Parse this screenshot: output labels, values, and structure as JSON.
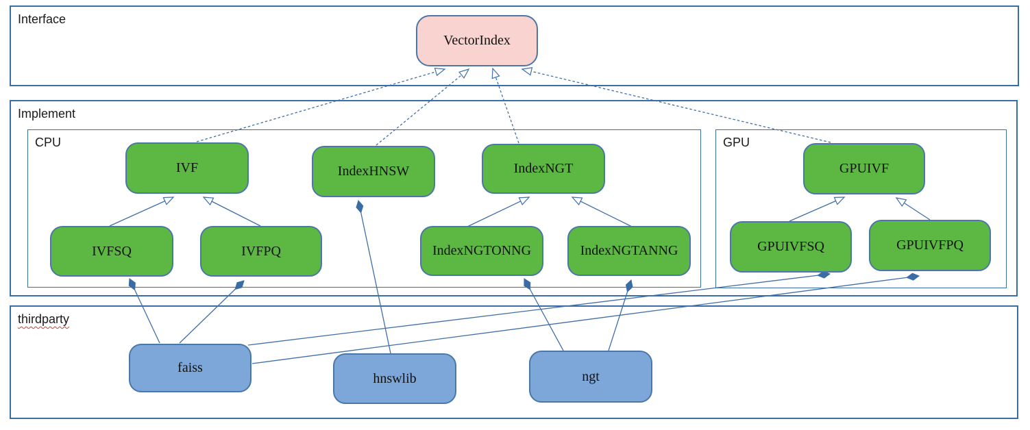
{
  "containers": {
    "interface": {
      "label": "Interface"
    },
    "implement": {
      "label": "Implement"
    },
    "cpu": {
      "label": "CPU"
    },
    "gpu": {
      "label": "GPU"
    },
    "thirdparty": {
      "label": "thirdparty"
    }
  },
  "nodes": {
    "vectorindex": {
      "label": "VectorIndex"
    },
    "ivf": {
      "label": "IVF"
    },
    "indexhnsw": {
      "label": "IndexHNSW"
    },
    "indexngt": {
      "label": "IndexNGT"
    },
    "ivfsq": {
      "label": "IVFSQ"
    },
    "ivfpq": {
      "label": "IVFPQ"
    },
    "indexngtonng": {
      "label": "IndexNGTONNG"
    },
    "indexngtanng": {
      "label": "IndexNGTANNG"
    },
    "gpuivf": {
      "label": "GPUIVF"
    },
    "gpuivfsq": {
      "label": "GPUIVFSQ"
    },
    "gpuivfpq": {
      "label": "GPUIVFPQ"
    },
    "faiss": {
      "label": "faiss"
    },
    "hnswlib": {
      "label": "hnswlib"
    },
    "ngt": {
      "label": "ngt"
    }
  },
  "edges": [
    {
      "from": "IVF",
      "to": "VectorIndex",
      "type": "realization"
    },
    {
      "from": "IndexHNSW",
      "to": "VectorIndex",
      "type": "realization"
    },
    {
      "from": "IndexNGT",
      "to": "VectorIndex",
      "type": "realization"
    },
    {
      "from": "GPUIVF",
      "to": "VectorIndex",
      "type": "realization"
    },
    {
      "from": "IVFSQ",
      "to": "IVF",
      "type": "inheritance"
    },
    {
      "from": "IVFPQ",
      "to": "IVF",
      "type": "inheritance"
    },
    {
      "from": "IndexNGTONNG",
      "to": "IndexNGT",
      "type": "inheritance"
    },
    {
      "from": "IndexNGTANNG",
      "to": "IndexNGT",
      "type": "inheritance"
    },
    {
      "from": "GPUIVFSQ",
      "to": "GPUIVF",
      "type": "inheritance"
    },
    {
      "from": "GPUIVFPQ",
      "to": "GPUIVF",
      "type": "inheritance"
    },
    {
      "from": "IVFSQ",
      "to": "faiss",
      "type": "composition"
    },
    {
      "from": "IVFPQ",
      "to": "faiss",
      "type": "composition"
    },
    {
      "from": "GPUIVFSQ",
      "to": "faiss",
      "type": "composition"
    },
    {
      "from": "GPUIVFPQ",
      "to": "faiss",
      "type": "composition"
    },
    {
      "from": "IndexHNSW",
      "to": "hnswlib",
      "type": "composition"
    },
    {
      "from": "IndexNGTONNG",
      "to": "ngt",
      "type": "composition"
    },
    {
      "from": "IndexNGTANNG",
      "to": "ngt",
      "type": "composition"
    }
  ],
  "colors": {
    "container_border": "#3a6ca6",
    "node_border": "#4a76a8",
    "connector": "#3f6ea8",
    "node_green": "#5cb843",
    "node_pink": "#f8d3d0",
    "node_blue": "#7da7d8",
    "spellcheck_underline": "#d03a2b"
  }
}
